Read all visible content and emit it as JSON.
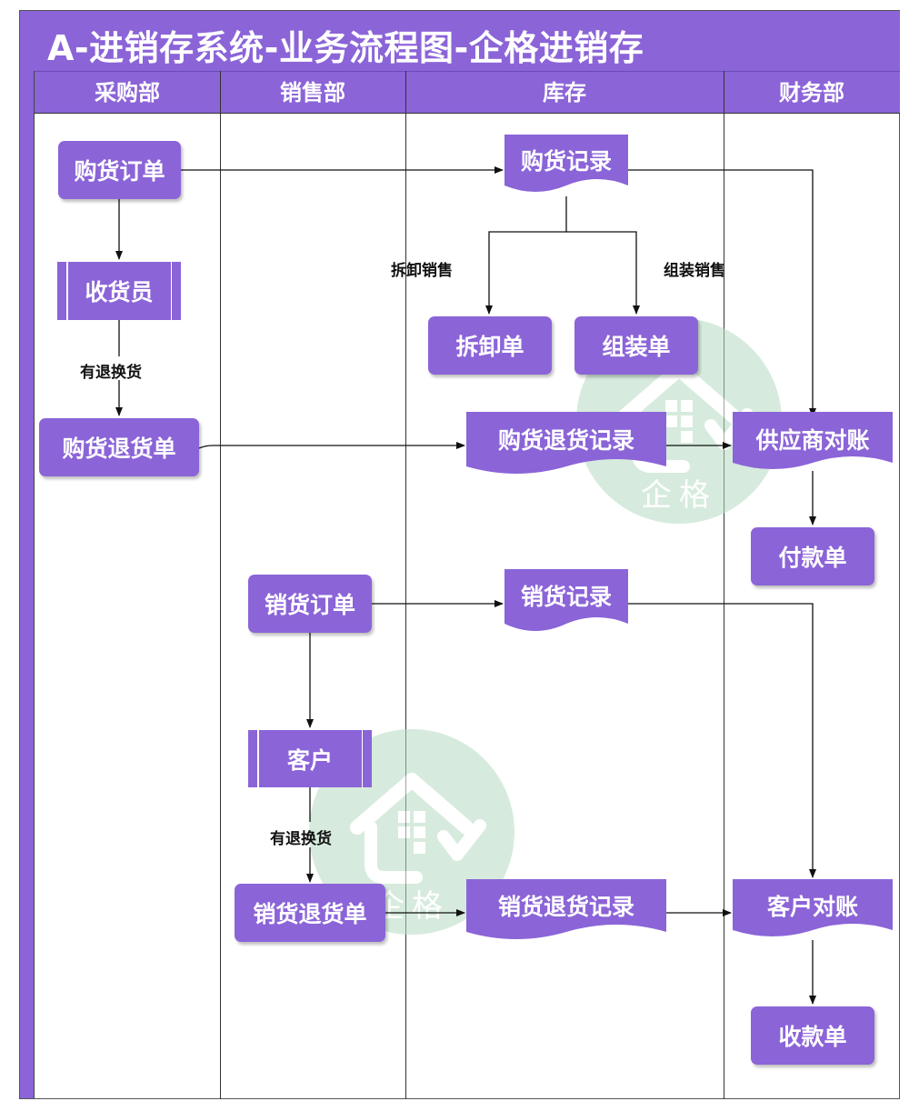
{
  "title": "A-进销存系统-业务流程图-企格进销存",
  "lanes": [
    "采购部",
    "销售部",
    "库存",
    "财务部"
  ],
  "nodes": {
    "purchase_order": "购货订单",
    "receiver": "收货员",
    "purchase_return": "购货退货单",
    "purchase_record": "购货记录",
    "disassembly_order": "拆卸单",
    "assembly_order": "组装单",
    "purchase_return_record": "购货退货记录",
    "supplier_reconcile": "供应商对账",
    "payment_order": "付款单",
    "sales_order": "销货订单",
    "customer": "客户",
    "sales_return": "销货退货单",
    "sales_record": "销货记录",
    "sales_return_record": "销货退货记录",
    "customer_reconcile": "客户对账",
    "receipt_order": "收款单"
  },
  "edge_labels": {
    "disassembly_sale": "拆卸销售",
    "assembly_sale": "组装销售",
    "has_return_1": "有退换货",
    "has_return_2": "有退换货"
  },
  "watermark": "企格",
  "colors": {
    "node_fill": "#8b64d8",
    "watermark": "#b5dcc3",
    "line": "#111111"
  }
}
